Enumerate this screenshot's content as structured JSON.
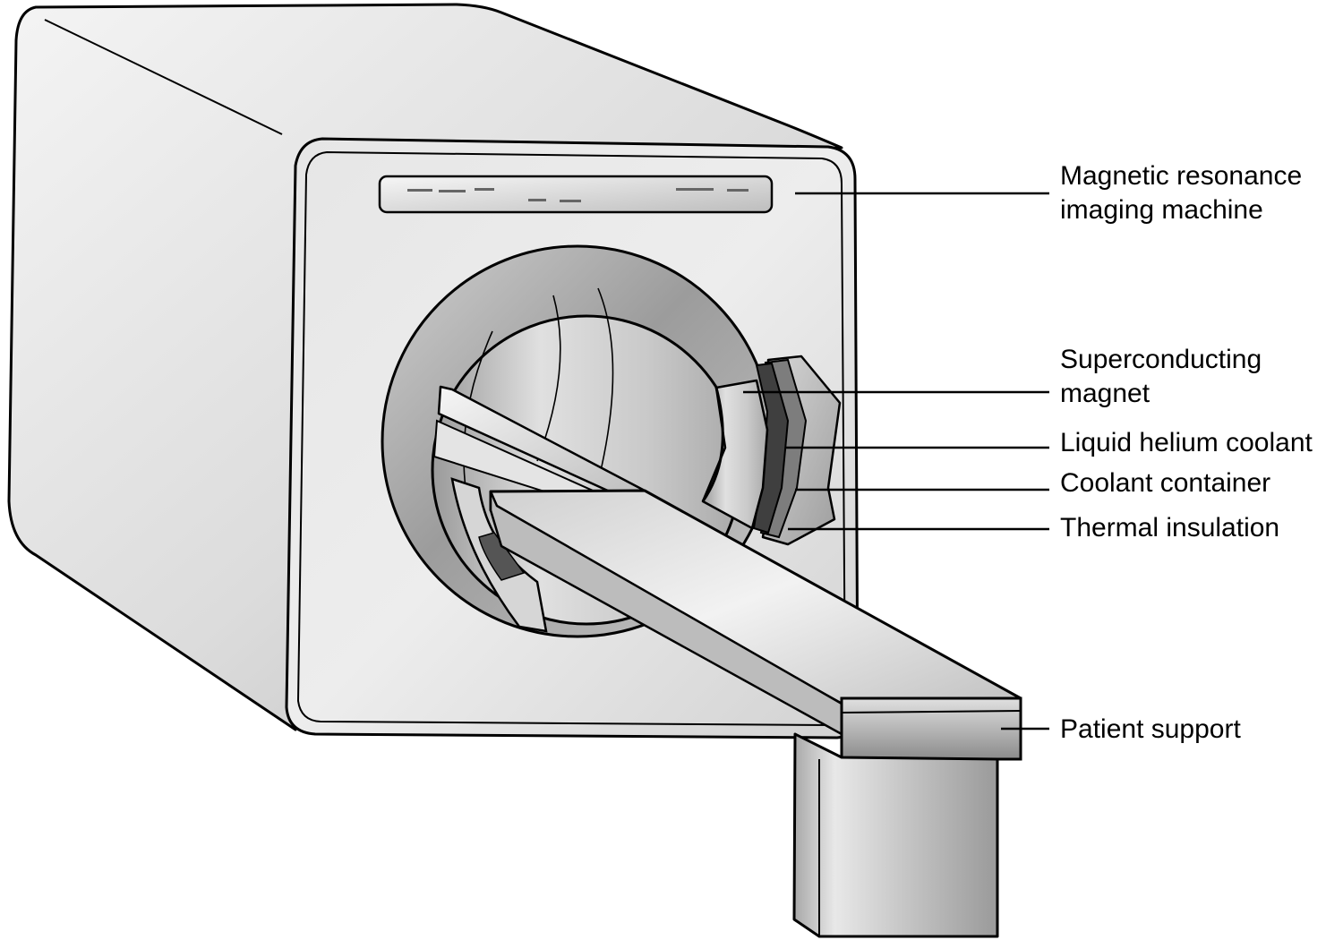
{
  "labels": {
    "mri_machine": {
      "line1": "Magnetic resonance",
      "line2": "imaging machine"
    },
    "superconducting_magnet": {
      "line1": "Superconducting",
      "line2": "magnet"
    },
    "liquid_helium_coolant": "Liquid helium coolant",
    "coolant_container": "Coolant container",
    "thermal_insulation": "Thermal insulation",
    "patient_support": "Patient support"
  },
  "colors": {
    "outline": "#000000",
    "background": "#ffffff",
    "body_light": "#ececec",
    "body_mid": "#c8c8c8",
    "body_dark": "#8a8a8a"
  }
}
